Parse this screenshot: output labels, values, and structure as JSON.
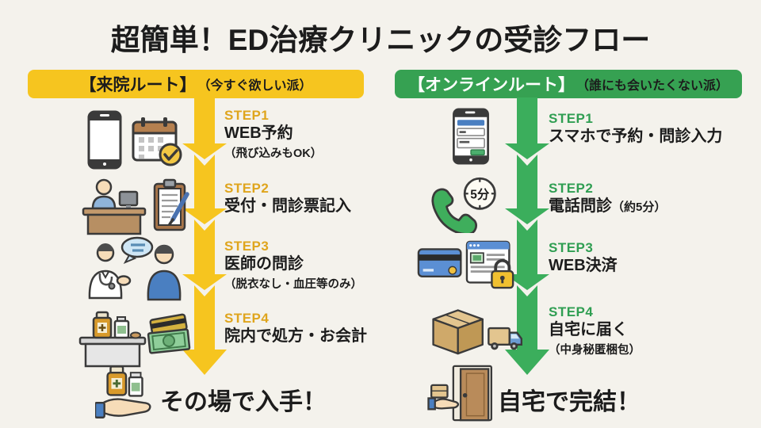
{
  "title": "超簡単！ED治療クリニックの受診フロー",
  "visit": {
    "header_main": "【来院ルート】",
    "header_sub": "（今すぐ欲しい派）",
    "steps": [
      {
        "label": "STEP1",
        "title": "WEB予約",
        "note": "（飛び込みもOK）"
      },
      {
        "label": "STEP2",
        "title": "受付・問診票記入",
        "note": ""
      },
      {
        "label": "STEP3",
        "title": "医師の問診",
        "note": "（脱衣なし・血圧等のみ）"
      },
      {
        "label": "STEP4",
        "title": "院内で処方・お会計",
        "note": ""
      }
    ],
    "result": "その場で入手！"
  },
  "online": {
    "header_main": "【オンラインルート】",
    "header_sub": "（誰にも会いたくない派）",
    "steps": [
      {
        "label": "STEP1",
        "title": "スマホで予約・問診入力",
        "suffix": "",
        "note": ""
      },
      {
        "label": "STEP2",
        "title": "電話問診",
        "suffix": "（約5分）",
        "note": ""
      },
      {
        "label": "STEP3",
        "title": "WEB決済",
        "suffix": "",
        "note": ""
      },
      {
        "label": "STEP4",
        "title": "自宅に届く",
        "suffix": "",
        "note": "（中身秘匿梱包）"
      }
    ],
    "result": "自宅で完結！"
  },
  "icons": {
    "clock_label": "5分"
  },
  "colors": {
    "background": "#f4f2ec",
    "yellow": "#f6c51f",
    "yellow_step_label": "#dfa51d",
    "green": "#36a152",
    "green_arrow": "#3bae5c",
    "text": "#1c1c1c"
  }
}
